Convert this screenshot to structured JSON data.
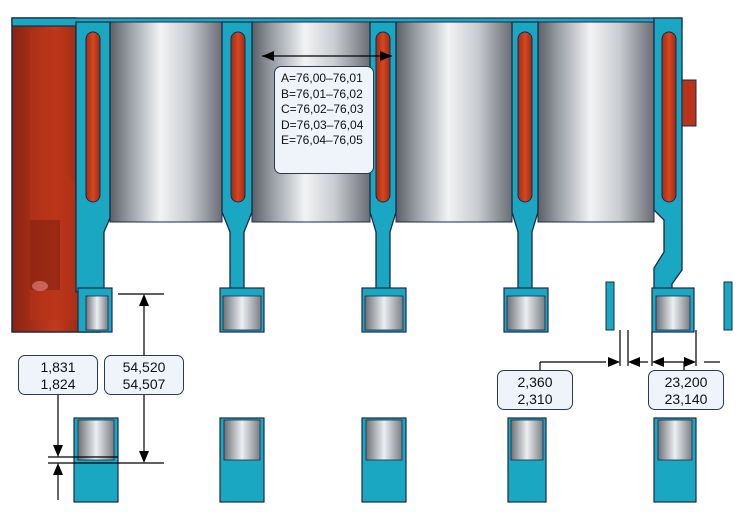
{
  "colors": {
    "cast_red": "#c23a1c",
    "cast_red_dark": "#8a2412",
    "liner_teal": "#1aa7c2",
    "outline": "#1b2a4a",
    "callout_fill": "#eef4fa"
  },
  "bore_classes": [
    "A=76,00–76,01",
    "B=76,01–76,02",
    "C=76,02–76,03",
    "D=76,03–76,04",
    "E=76,04–76,05"
  ],
  "dimensions": {
    "bearing_thickness": {
      "max": "1,831",
      "min": "1,824"
    },
    "bearing_bore": {
      "max": "54,520",
      "min": "54,507"
    },
    "thrust_washer_thickness": {
      "max": "2,360",
      "min": "2,310"
    },
    "thrust_width": {
      "max": "23,200",
      "min": "23,140"
    }
  }
}
